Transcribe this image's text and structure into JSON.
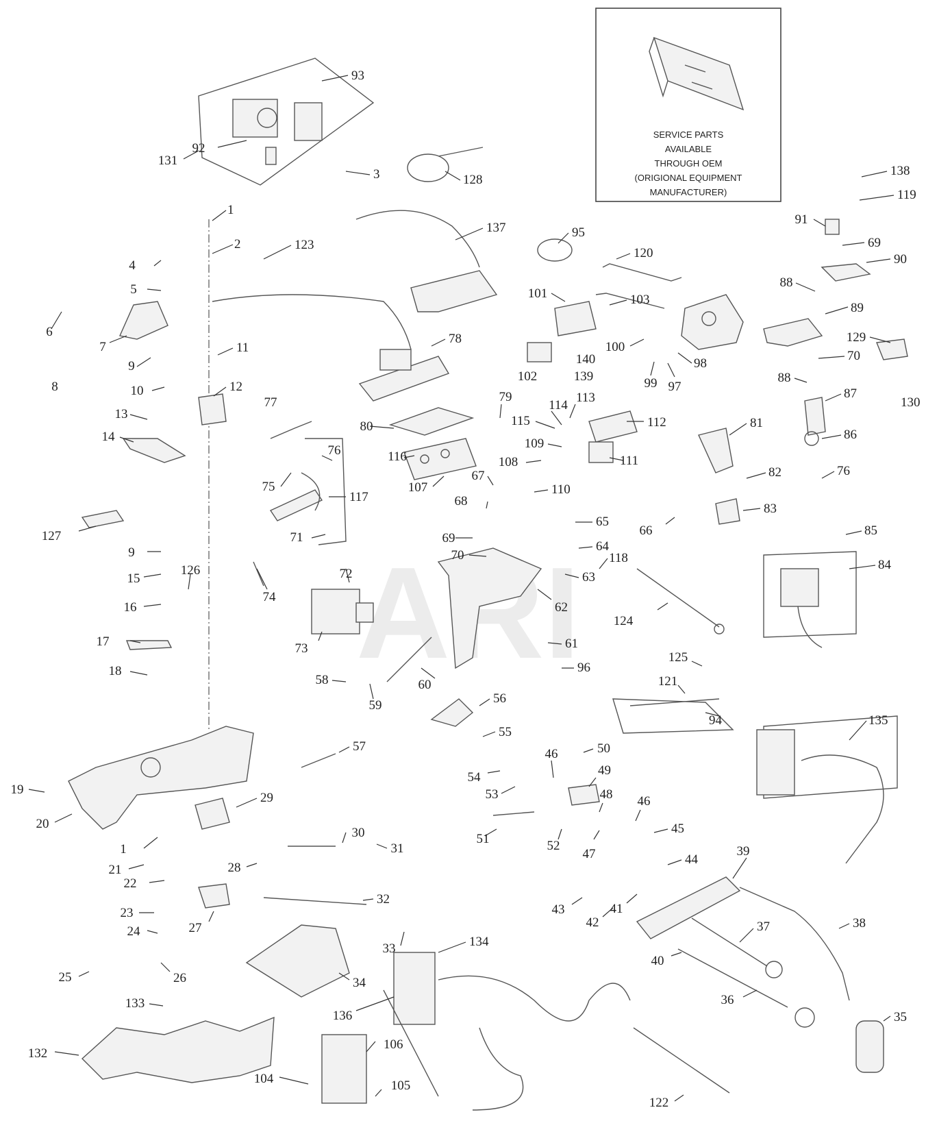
{
  "watermark": "ARI",
  "service_note": {
    "lines": [
      "SERVICE PARTS",
      "AVAILABLE",
      "THROUGH OEM",
      "(ORIGIONAL EQUIPMENT",
      "MANUFACTURER)"
    ]
  },
  "part_labels": {
    "p93": "93",
    "p92": "92",
    "p131": "131",
    "p3": "3",
    "p128": "128",
    "p138": "138",
    "p119": "119",
    "p91": "91",
    "p69a": "69",
    "p90": "90",
    "p88a": "88",
    "p89": "89",
    "p129": "129",
    "p70a": "70",
    "p88b": "88",
    "p87": "87",
    "p130": "130",
    "p86": "86",
    "p81": "81",
    "p82": "82",
    "p76a": "76",
    "p83": "83",
    "p85": "85",
    "p84": "84",
    "p135": "135",
    "p1a": "1",
    "p2": "2",
    "p123": "123",
    "p137": "137",
    "p95": "95",
    "p120": "120",
    "p101": "101",
    "p103": "103",
    "p100": "100",
    "p98": "98",
    "p97": "97",
    "p99": "99",
    "p102": "102",
    "p140": "140",
    "p139": "139",
    "p4": "4",
    "p5": "5",
    "p6": "6",
    "p7": "7",
    "p9a": "9",
    "p8": "8",
    "p10": "10",
    "p11": "11",
    "p12": "12",
    "p13": "13",
    "p14": "14",
    "p78": "78",
    "p77": "77",
    "p80": "80",
    "p79": "79",
    "p114": "114",
    "p113": "113",
    "p115": "115",
    "p112": "112",
    "p116": "116",
    "p109": "109",
    "p108": "108",
    "p111": "111",
    "p76b": "76",
    "p75": "75",
    "p117": "117",
    "p71": "71",
    "p107": "107",
    "p67": "67",
    "p110": "110",
    "p68": "68",
    "p65": "65",
    "p66": "66",
    "p69b": "69",
    "p64": "64",
    "p70b": "70",
    "p127": "127",
    "p9b": "9",
    "p15": "15",
    "p126": "126",
    "p16": "16",
    "p74": "74",
    "p72": "72",
    "p118": "118",
    "p63": "63",
    "p62": "62",
    "p124": "124",
    "p73": "73",
    "p17": "17",
    "p61": "61",
    "p18": "18",
    "p58": "58",
    "p59": "59",
    "p60": "60",
    "p96": "96",
    "p125": "125",
    "p121": "121",
    "p94": "94",
    "p56": "56",
    "p57": "57",
    "p55": "55",
    "p50": "50",
    "p46a": "46",
    "p54": "54",
    "p49": "49",
    "p53": "53",
    "p48": "48",
    "p46b": "46",
    "p19": "19",
    "p20": "20",
    "p29": "29",
    "p51": "51",
    "p52": "52",
    "p47": "47",
    "p45": "45",
    "p1b": "1",
    "p30": "30",
    "p31": "31",
    "p44": "44",
    "p39": "39",
    "p21": "21",
    "p28": "28",
    "p22": "22",
    "p32": "32",
    "p23": "23",
    "p27": "27",
    "p43": "43",
    "p42": "42",
    "p41": "41",
    "p38": "38",
    "p37": "37",
    "p24": "24",
    "p33": "33",
    "p134": "134",
    "p40": "40",
    "p34": "34",
    "p25": "25",
    "p26": "26",
    "p36": "36",
    "p133": "133",
    "p136": "136",
    "p35": "35",
    "p132": "132",
    "p106": "106",
    "p104": "104",
    "p105": "105",
    "p122": "122"
  }
}
